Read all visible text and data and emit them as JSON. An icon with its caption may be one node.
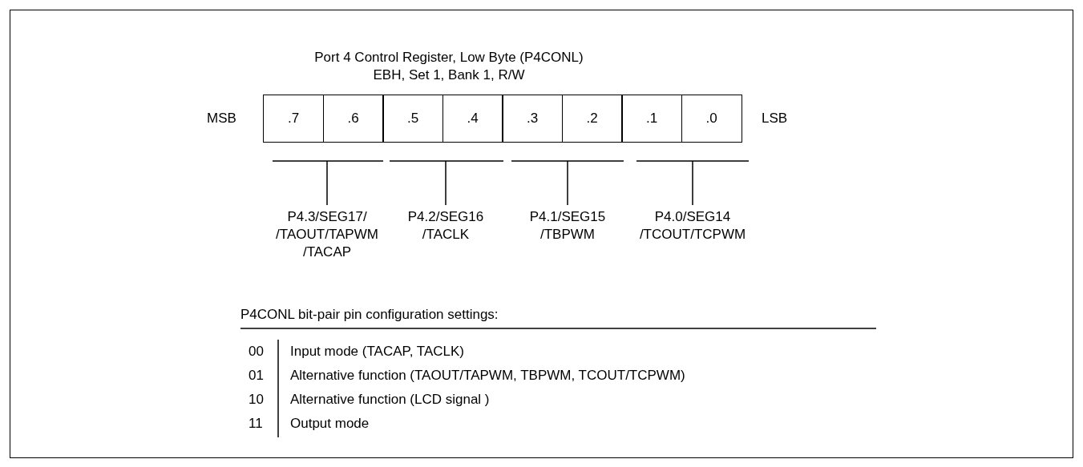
{
  "diagram": {
    "title": "Port 4 Control Register, Low Byte (P4CONL)",
    "nodes": [
      {
        "text": [
          ".7"
        ]
      },
      {
        "text": [
          ".6"
        ]
      },
      {
        "text": [
          ".5"
        ]
      },
      {
        "text": [
          ".4"
        ]
      },
      {
        "text": [
          ".3"
        ]
      },
      {
        "text": [
          ".2"
        ]
      },
      {
        "text": [
          ".1"
        ]
      },
      {
        "text": [
          ".0"
        ]
      }
    ],
    "edges": [],
    "labels": [
      "EBH, Set 1, Bank 1, R/W",
      "MSB",
      "LSB",
      "P4.3/SEG17/ /TAOUT/TAPWM /TACAP",
      "P4.2/SEG16 /TACLK",
      "P4.1/SEG15 /TBPWM",
      "P4.0/SEG14 /TCOUT/TCPWM",
      "P4CONL bit-pair pin configuration settings:",
      "00",
      "Input mode (TACAP, TACLK)",
      "01",
      "Alternative function (TAOUT/TAPWM, TBPWM, TCOUT/TCPWM)",
      "10",
      "Alternative function (LCD signal )",
      "11",
      "Output mode"
    ]
  }
}
